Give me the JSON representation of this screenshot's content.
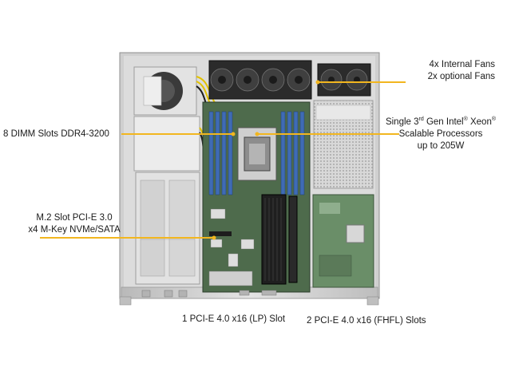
{
  "callouts": {
    "fans": {
      "line1": "4x Internal  Fans",
      "line2": "2x optional Fans"
    },
    "dimm": {
      "line1": "8 DIMM Slots DDR4-3200"
    },
    "cpu": {
      "line1_a": "Single 3",
      "line1_sup1": "rd",
      "line1_b": " Gen Intel",
      "line1_sup2": "®",
      "line1_c": " Xeon",
      "line1_sup3": "®",
      "line2": "Scalable Processors",
      "line3": "up to 205W"
    },
    "m2": {
      "line1": "M.2 Slot PCI-E 3.0",
      "line2": "x4 M-Key NVMe/SATA"
    },
    "pcie_lp": {
      "line1": "1 PCI-E 4.0 x16 (LP) Slot"
    },
    "pcie_fhfl": {
      "line1": "2 PCI-E 4.0 x16 (FHFL) Slots"
    }
  },
  "colors": {
    "callout_line": "#f2b61f",
    "chassis": "#c9c9c9",
    "board": "#4e6b4c",
    "riser_board": "#6a8e68",
    "dimm": "#3f6bb5",
    "heatsink": "#1f1f1f",
    "fan": "#2a2a2a"
  }
}
